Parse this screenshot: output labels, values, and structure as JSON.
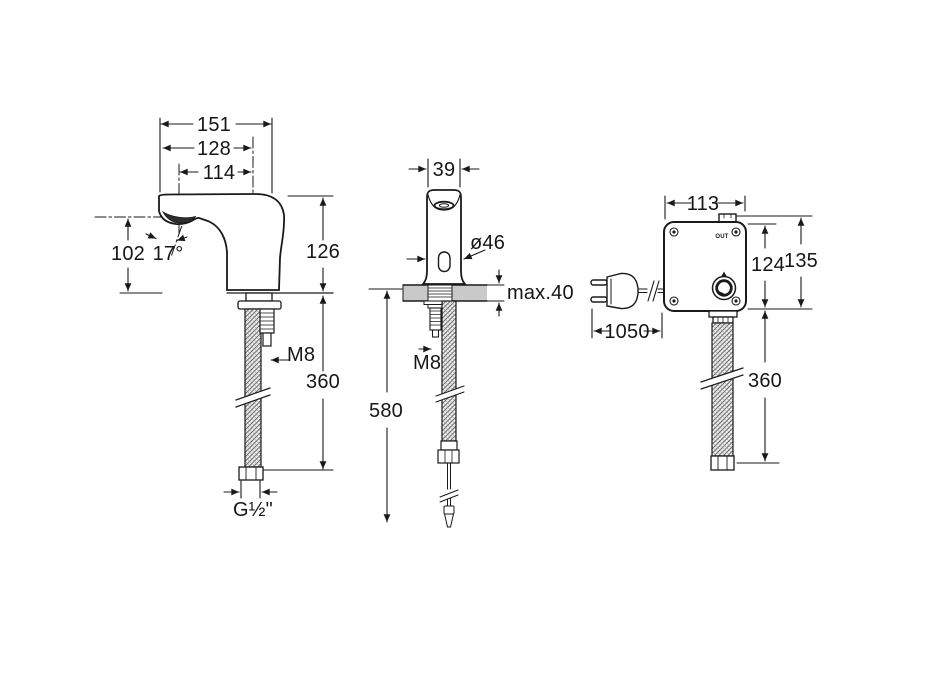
{
  "views": {
    "side": {
      "dims": {
        "width_151": "151",
        "width_128": "128",
        "width_114": "114",
        "height_102": "102",
        "angle_17": "17°",
        "height_126": "126",
        "thread_m8": "M8",
        "hose_360": "360",
        "connection_g12": "G½\""
      }
    },
    "front": {
      "dims": {
        "width_39": "39",
        "diameter_46": "ø46",
        "counter_max40": "max.40",
        "thread_m8": "M8",
        "total_580": "580"
      }
    },
    "control_box": {
      "labels": {
        "out_port": "OUT"
      },
      "dims": {
        "width_113": "113",
        "height_124": "124",
        "height_135": "135",
        "cable_1050": "1050",
        "hose_360": "360"
      }
    }
  },
  "colors": {
    "line": "#1a1a1a",
    "counter_fill": "#c9c9c9",
    "background": "#ffffff"
  }
}
